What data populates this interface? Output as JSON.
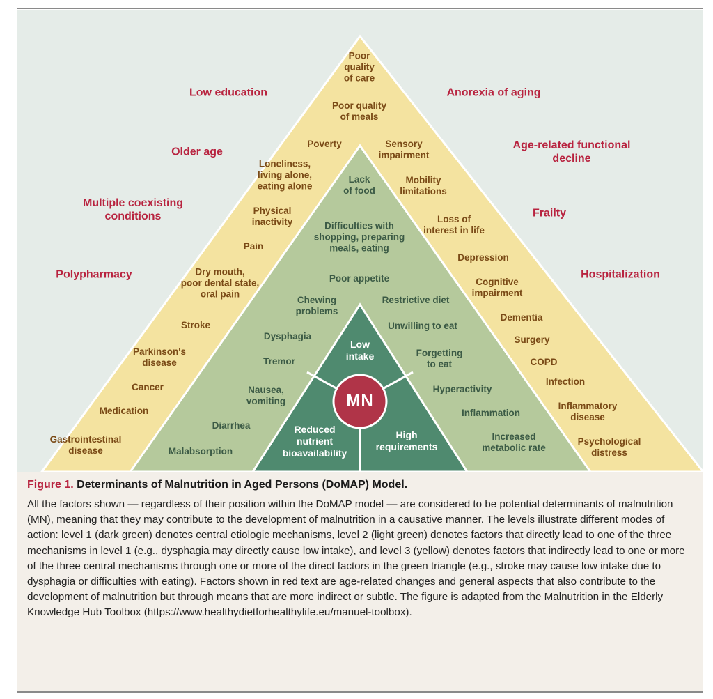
{
  "figure": {
    "colors": {
      "background": "#e5ece8",
      "level3_yellow": "#f4e3a0",
      "level2_light_green": "#b5c99c",
      "level1_dark_green": "#4f8a6f",
      "mn_red": "#b03448",
      "red_text": "#b8233f"
    },
    "center_label": "MN",
    "level1": [
      "Low\nintake",
      "Reduced\nnutrient\nbioavailability",
      "High\nrequirements"
    ],
    "level2": [
      "Lack\nof food",
      "Difficulties with\nshopping, preparing\nmeals, eating",
      "Poor appetite",
      "Chewing\nproblems",
      "Restrictive diet",
      "Unwilling to eat",
      "Dysphagia",
      "Forgetting\nto eat",
      "Tremor",
      "Nausea,\nvomiting",
      "Hyperactivity",
      "Diarrhea",
      "Inflammation",
      "Increased\nmetabolic rate",
      "Malabsorption"
    ],
    "level3": [
      "Poor\nquality\nof care",
      "Poor quality\nof meals",
      "Poverty",
      "Sensory\nimpairment",
      "Loneliness,\nliving alone,\neating alone",
      "Mobility\nlimitations",
      "Physical\ninactivity",
      "Loss of\ninterest in life",
      "Pain",
      "Depression",
      "Dry mouth,\npoor dental state,\noral pain",
      "Cognitive\nimpairment",
      "Stroke",
      "Dementia",
      "Parkinson's\ndisease",
      "Surgery",
      "COPD",
      "Cancer",
      "Infection",
      "Medication",
      "Inflammatory\ndisease",
      "Gastrointestinal\ndisease",
      "Psychological\ndistress"
    ],
    "red": [
      "Low education",
      "Anorexia of aging",
      "Older age",
      "Age-related functional decline",
      "Multiple coexisting\nconditions",
      "Frailty",
      "Polypharmacy",
      "Hospitalization"
    ]
  },
  "caption": {
    "figure_number": "Figure 1.",
    "title": "Determinants of Malnutrition in Aged Persons (DoMAP) Model.",
    "body": "All the factors shown — regardless of their position within the DoMAP model — are considered to be potential determinants of malnutrition (MN), meaning that they may contribute to the development of malnutrition in a causative manner. The levels illustrate different modes of action: level 1 (dark green) denotes central etiologic mechanisms, level 2 (light green) denotes factors that directly lead to one of the three mechanisms in level 1 (e.g., dysphagia may directly cause low intake), and level 3 (yellow) denotes factors that indirectly lead to one or more of the three central mechanisms through one or more of the direct factors in the green triangle (e.g., stroke may cause low intake due to dysphagia or difficulties with eating). Factors shown in red text are age-related changes and general aspects that also contribute to the development of malnutrition but through means that are more indirect or subtle. The figure is adapted from the Malnutrition in the Elderly Knowledge Hub Toolbox (https://www.healthydietforhealthylife.eu/manuel-toolbox)."
  }
}
